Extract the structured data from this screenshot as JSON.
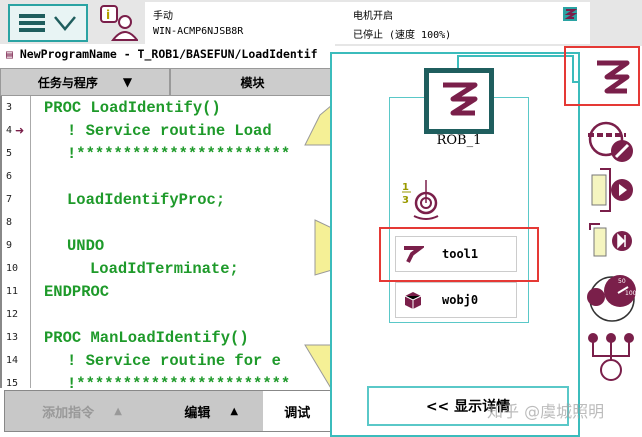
{
  "status": {
    "mode": "手动",
    "controller": "WIN-ACMP6NJSB8R",
    "motor": "电机开启",
    "state": "已停止 (速度 100%)"
  },
  "title": "NewProgramName - T_ROB1/BASEFUN/LoadIdentif",
  "tabs": {
    "tasks": "任务与程序",
    "modules": "模块"
  },
  "code": [
    {
      "n": "3",
      "t": "PROC LoadIdentify()",
      "i": 0
    },
    {
      "n": "4",
      "t": "! Service routine Load",
      "i": 1,
      "pp": true
    },
    {
      "n": "5",
      "t": "!***********************",
      "i": 1
    },
    {
      "n": "6",
      "t": "",
      "i": 0
    },
    {
      "n": "7",
      "t": "LoadIdentifyProc;",
      "i": 1
    },
    {
      "n": "8",
      "t": "",
      "i": 0
    },
    {
      "n": "9",
      "t": "UNDO",
      "i": 1
    },
    {
      "n": "10",
      "t": "LoadIdTerminate;",
      "i": 2
    },
    {
      "n": "11",
      "t": "ENDPROC",
      "i": 0
    },
    {
      "n": "12",
      "t": "",
      "i": 0
    },
    {
      "n": "13",
      "t": "PROC ManLoadIdentify()",
      "i": 0
    },
    {
      "n": "14",
      "t": "! Service routine for e",
      "i": 1
    },
    {
      "n": "15",
      "t": "!***********************",
      "i": 1
    }
  ],
  "bottom": {
    "add": "添加指令",
    "edit": "编辑",
    "debug": "调试"
  },
  "panel": {
    "robot": "ROB_1",
    "tool": "tool1",
    "wobj": "wobj0",
    "details": "<< 显示详情"
  },
  "watermark": "知乎 @虞城照明",
  "colors": {
    "accent": "#2aa3a3",
    "icon": "#7a1f4a",
    "code": "#1e9a2a",
    "highlight": "#e53935"
  }
}
